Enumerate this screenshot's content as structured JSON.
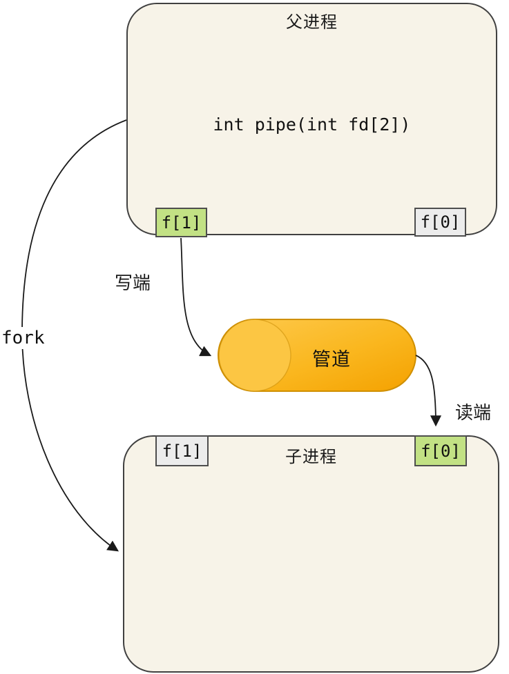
{
  "diagram": {
    "parent": {
      "title": "父进程",
      "body": "int pipe(int fd[2])",
      "write_tag": "f[1]",
      "read_tag": "f[0]"
    },
    "child": {
      "title": "子进程",
      "write_tag": "f[1]",
      "read_tag": "f[0]"
    },
    "pipe": {
      "label": "管道"
    },
    "labels": {
      "fork": "fork",
      "write_end": "写端",
      "read_end": "读端"
    },
    "colors": {
      "box_fill": "#f7f3e8",
      "box_border": "#404040",
      "tag_green": "#c2e184",
      "tag_gray": "#ececec",
      "tag_border": "#4d4d4d",
      "pipe_light": "#fdca4f",
      "pipe_dark": "#f4a100",
      "pipe_border": "#cf8f00",
      "arrow": "#1a1a1a"
    }
  }
}
